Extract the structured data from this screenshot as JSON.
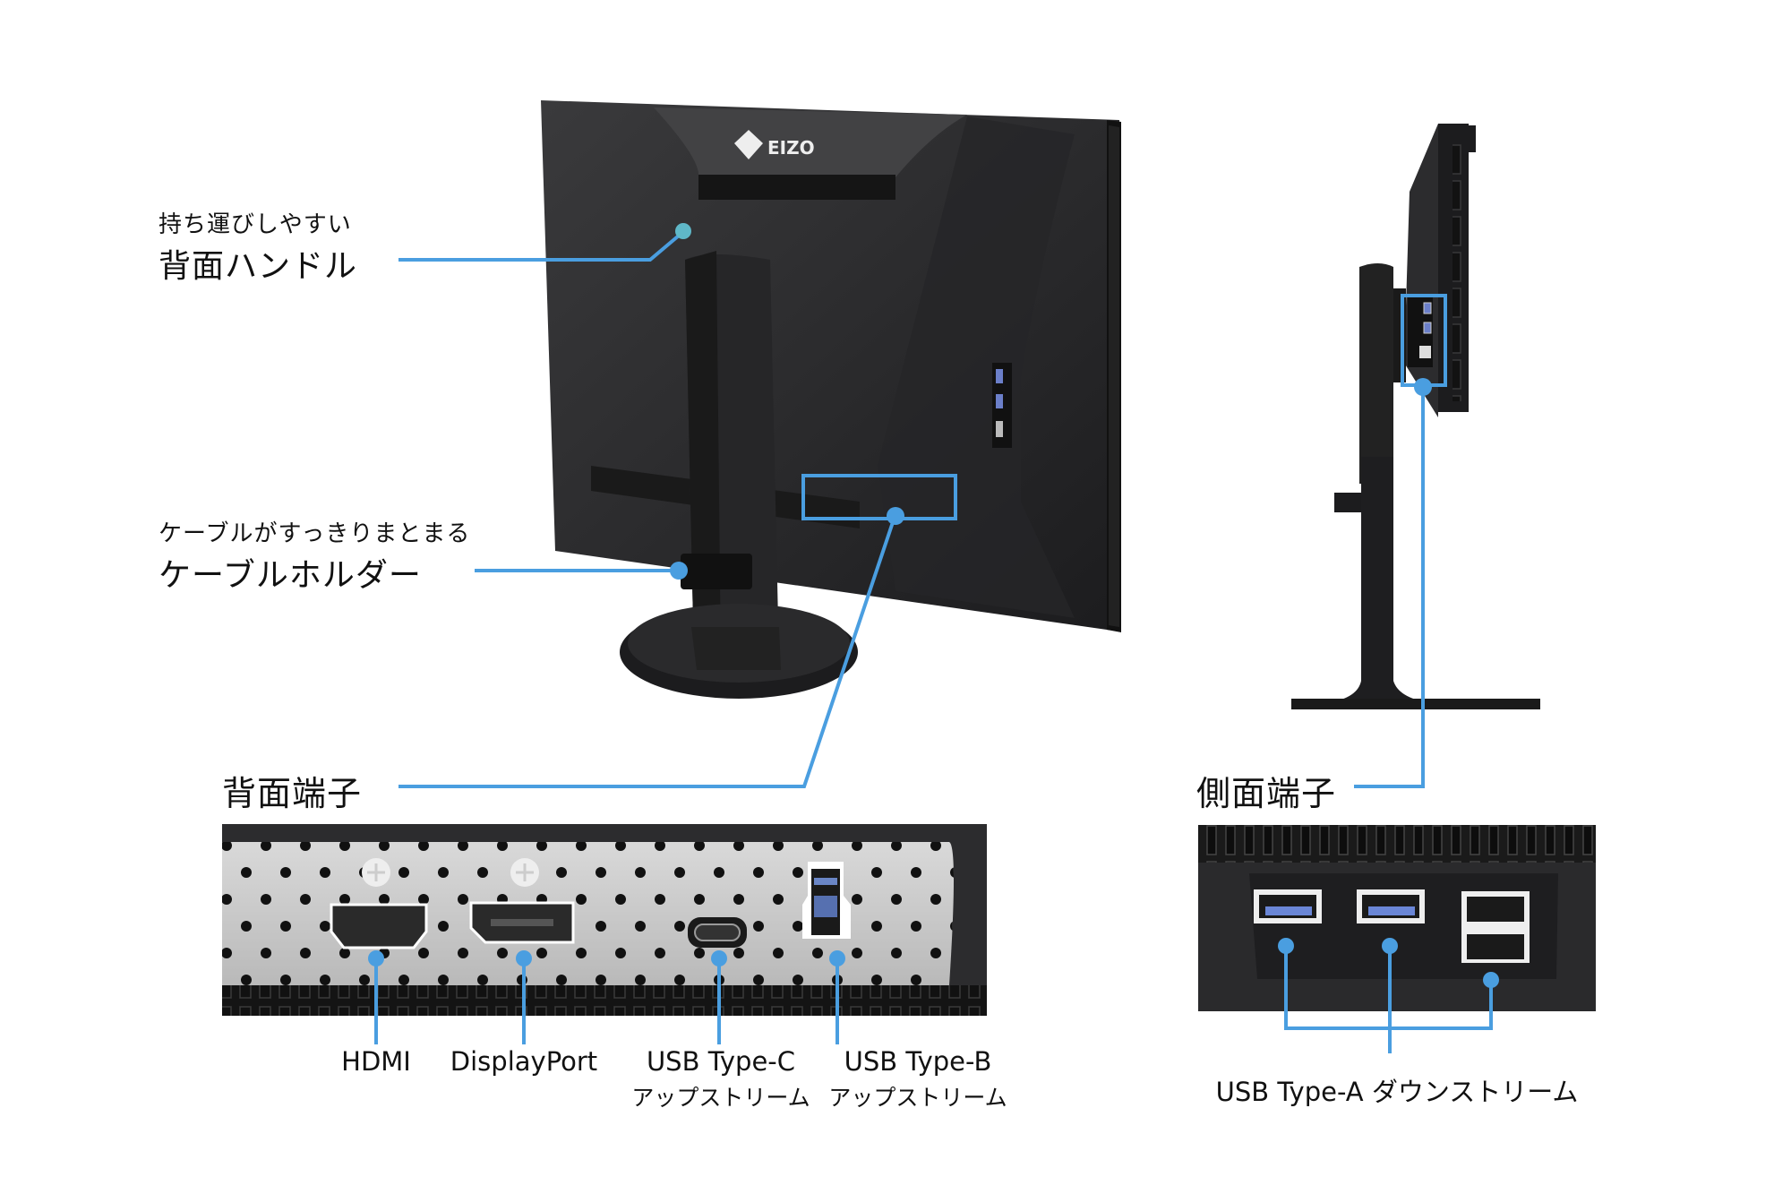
{
  "brand": "EIZO",
  "accent_color": "#4a9ee0",
  "callouts": {
    "handle": {
      "sub": "持ち運びしやすい",
      "main": "背面ハンドル"
    },
    "cable_holder": {
      "sub": "ケーブルがすっきりまとまる",
      "main": "ケーブルホルダー"
    },
    "rear_ports": {
      "title": "背面端子"
    },
    "side_ports": {
      "title": "側面端子"
    }
  },
  "rear_ports": [
    {
      "label": "HDMI",
      "sub": ""
    },
    {
      "label": "DisplayPort",
      "sub": ""
    },
    {
      "label": "USB Type-C",
      "sub": "アップストリーム"
    },
    {
      "label": "USB Type-B",
      "sub": "アップストリーム"
    }
  ],
  "side_ports": {
    "label": "USB Type-A ダウンストリーム"
  }
}
